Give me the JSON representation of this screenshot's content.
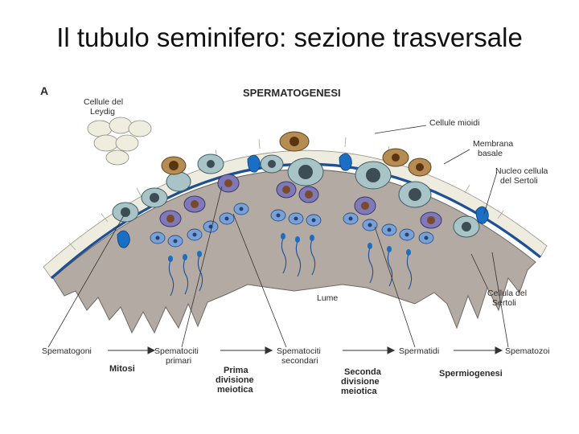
{
  "slide": {
    "title": "Il tubulo seminifero: sezione trasversale"
  },
  "figure": {
    "panel_letter": "A",
    "header": "SPERMATOGENESI",
    "labels": {
      "leydig_1": "Cellule del",
      "leydig_2": "Leydig",
      "mioidi": "Cellule mioidi",
      "membrana_1": "Membrana",
      "membrana_2": "basale",
      "nucleo_1": "Nucleo cellula",
      "nucleo_2": "del Sertoli",
      "lume": "Lume",
      "sertoli_1": "Cellula del",
      "sertoli_2": "Sertoli"
    },
    "stages": {
      "spermatogoni": "Spematogoni",
      "primari_1": "Spematociti",
      "primari_2": "primari",
      "secondari_1": "Spematociti",
      "secondari_2": "secondari",
      "spermatidi": "Spermatidi",
      "spermatozoi": "Spematozoi"
    },
    "processes": {
      "mitosi": "Mitosi",
      "prima_1": "Prima",
      "prima_2": "divisione",
      "prima_3": "meiotica",
      "seconda_1": "Seconda",
      "seconda_2": "divisione",
      "seconda_3": "meiotica",
      "spermiogenesi": "Spermiogenesi"
    },
    "colors": {
      "tissue": "#b3aaa4",
      "membrane": "#1f4f95",
      "myoid": "#eeebdf",
      "spermatogonia": "#a9c4c7",
      "primary": "#7f79b8",
      "secondary": "#7aa1d6",
      "sertoli_nucleus": "#1a6fc4"
    }
  }
}
